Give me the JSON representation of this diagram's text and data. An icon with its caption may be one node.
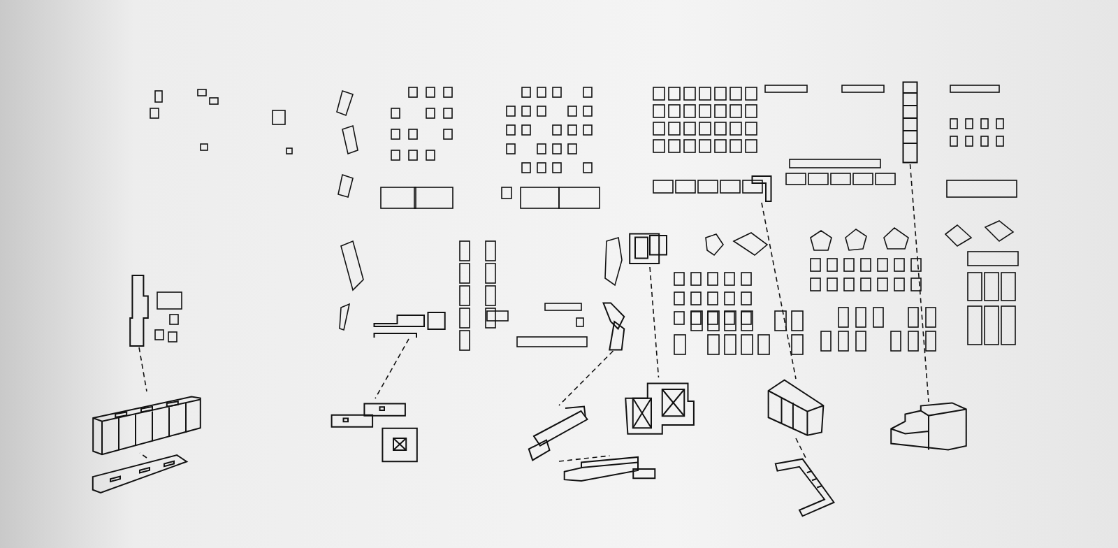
{
  "diagram": {
    "nodes": [
      {
        "text": [],
        "shape": "picture"
      },
      {
        "text": [],
        "shape": "picture"
      },
      {
        "text": [],
        "shape": "picture"
      },
      {
        "text": [],
        "shape": "picture"
      },
      {
        "text": [],
        "shape": "picture"
      },
      {
        "text": [],
        "shape": "picture"
      },
      {
        "text": [],
        "shape": "picture"
      },
      {
        "text": [],
        "shape": "picture"
      },
      {
        "text": [],
        "shape": "picture"
      },
      {
        "text": [],
        "shape": "picture"
      },
      {
        "text": [],
        "shape": "picture"
      },
      {
        "text": [],
        "shape": "picture"
      },
      {
        "text": [],
        "shape": "picture"
      },
      {
        "text": [],
        "shape": "picture"
      },
      {
        "text": [],
        "shape": "picture"
      }
    ],
    "edges": [
      {
        "from": 0,
        "to": 1,
        "arrow": "none",
        "style": "dashed"
      },
      {
        "from": 1,
        "to": 2,
        "arrow": "none",
        "style": "dashed"
      },
      {
        "from": 3,
        "to": 4,
        "arrow": "none",
        "style": "dashed"
      },
      {
        "from": 5,
        "to": 6,
        "arrow": "none",
        "style": "dashed"
      },
      {
        "from": 6,
        "to": 7,
        "arrow": "none",
        "style": "dashed"
      },
      {
        "from": 8,
        "to": 9,
        "arrow": "none",
        "style": "dashed"
      },
      {
        "from": 10,
        "to": 11,
        "arrow": "none",
        "style": "dashed"
      },
      {
        "from": 11,
        "to": 12,
        "arrow": "none",
        "style": "dashed"
      },
      {
        "from": 13,
        "to": 14,
        "arrow": "none",
        "style": "dashed"
      }
    ]
  }
}
